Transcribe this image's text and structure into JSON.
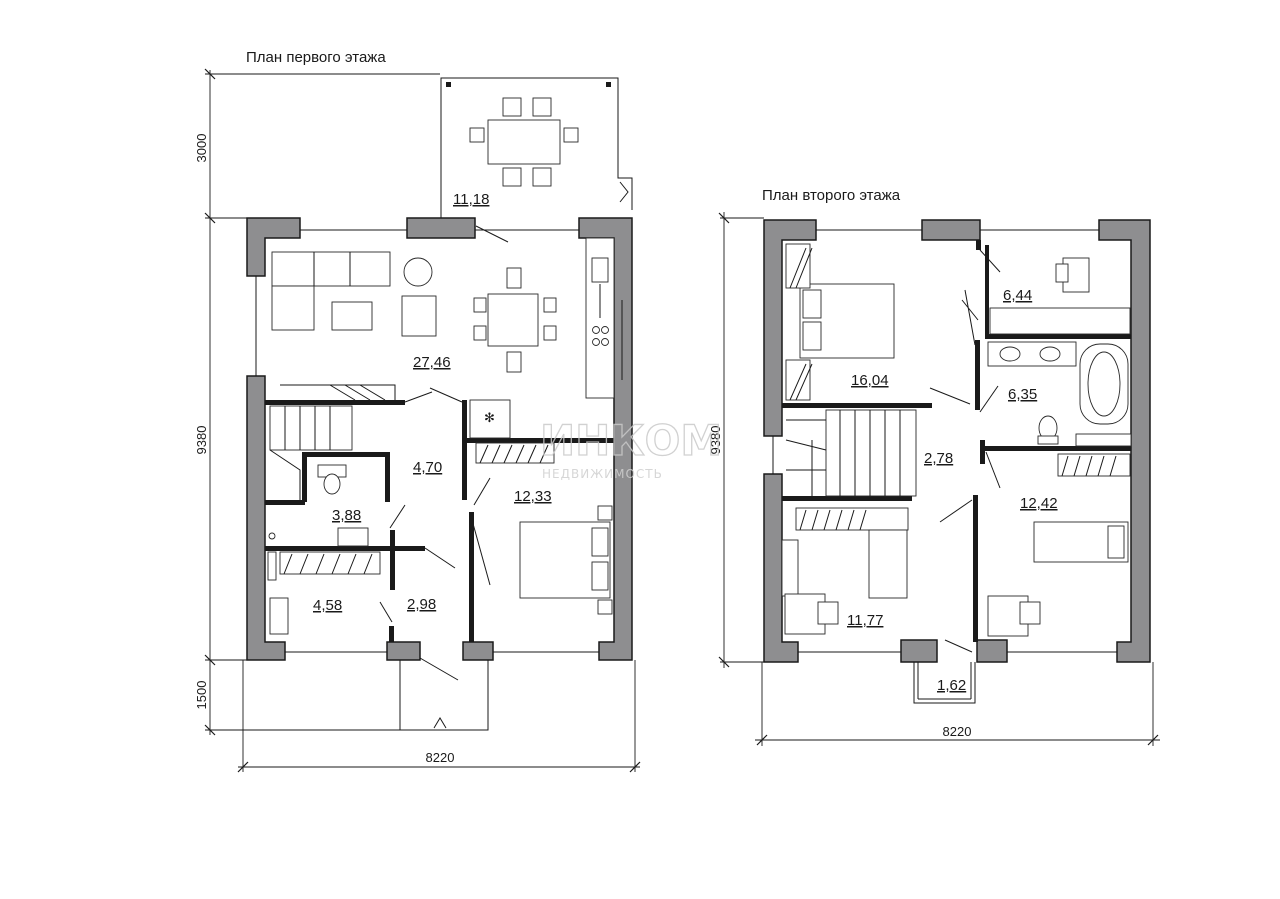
{
  "plans": {
    "first_floor": {
      "title": "План первого этажа",
      "dims": {
        "terrace": "3000",
        "height": "9380",
        "porch": "1500",
        "width": "8220"
      },
      "rooms": {
        "terrace": "11,18",
        "living_kitchen": "27,46",
        "hall": "4,70",
        "bathroom": "3,88",
        "bedroom": "12,33",
        "storage": "4,58",
        "vestibule": "2,98"
      }
    },
    "second_floor": {
      "title": "План второго этажа",
      "dims": {
        "height": "9380",
        "width": "8220"
      },
      "rooms": {
        "study": "6,44",
        "master_bedroom": "16,04",
        "bathroom": "6,35",
        "hall": "2,78",
        "bedroom_right": "12,42",
        "bedroom_left": "11,77",
        "balcony": "1,62"
      }
    }
  },
  "watermark": {
    "brand": "ИНКОМ",
    "subtitle": "НЕДВИЖИМОСТЬ"
  }
}
